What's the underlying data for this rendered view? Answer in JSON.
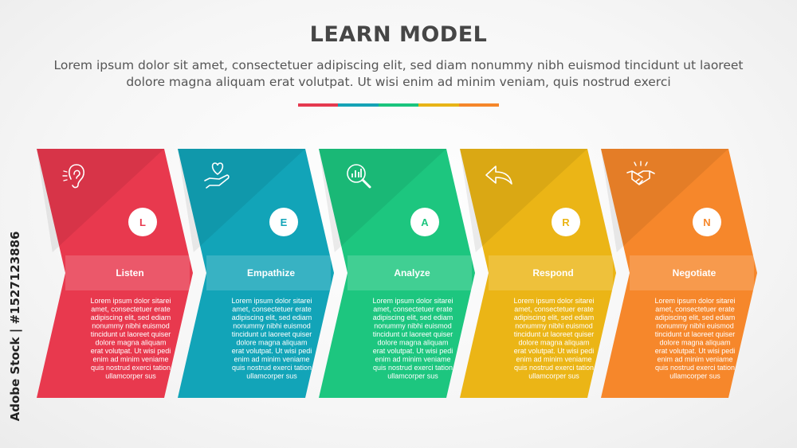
{
  "title": "LEARN MODEL",
  "subtitle": "Lorem ipsum dolor sit amet, consectetuer adipiscing elit, sed diam nonummy nibh euismod tincidunt ut laoreet dolore magna aliquam erat volutpat. Ut wisi enim ad minim veniam, quis nostrud exerci",
  "divider_colors": [
    "#e5394f",
    "#15a3b6",
    "#1bc57e",
    "#e8b416",
    "#f5862a"
  ],
  "steps": [
    {
      "letter": "L",
      "label": "Listen",
      "icon": "ear-icon",
      "color": "#e8394e",
      "body": [
        "Lorem ipsum dolor sitarei",
        "amet, consectetuer erate",
        "adipiscing elit, sed ediam",
        "nonummy nibhi euismod",
        "tincidunt ut laoreet quiser",
        "dolore magna aliquam",
        "erat volutpat. Ut wisi pedi",
        "enim ad minim veniame",
        "quis nostrud exerci tation",
        "ullamcorper sus"
      ]
    },
    {
      "letter": "E",
      "label": "Empathize",
      "icon": "hand-heart-icon",
      "color": "#12a4b8",
      "body": [
        "Lorem ipsum dolor sitarei",
        "amet, consectetuer erate",
        "adipiscing elit, sed ediam",
        "nonummy nibhi euismod",
        "tincidunt ut laoreet quiser",
        "dolore magna aliquam",
        "erat volutpat. Ut wisi pedi",
        "enim ad minim veniame",
        "quis nostrud exerci tation",
        "ullamcorper sus"
      ]
    },
    {
      "letter": "A",
      "label": "Analyze",
      "icon": "magnifier-chart-icon",
      "color": "#1dc67f",
      "body": [
        "Lorem ipsum dolor sitarei",
        "amet, consectetuer erate",
        "adipiscing elit, sed ediam",
        "nonummy nibhi euismod",
        "tincidunt ut laoreet quiser",
        "dolore magna aliquam",
        "erat volutpat. Ut wisi pedi",
        "enim ad minim veniame",
        "quis nostrud exerci tation",
        "ullamcorper sus"
      ]
    },
    {
      "letter": "R",
      "label": "Respond",
      "icon": "reply-arrow-icon",
      "color": "#ebb516",
      "body": [
        "Lorem ipsum dolor sitarei",
        "amet, consectetuer erate",
        "adipiscing elit, sed ediam",
        "nonummy nibhi euismod",
        "tincidunt ut laoreet quiser",
        "dolore magna aliquam",
        "erat volutpat. Ut wisi pedi",
        "enim ad minim veniame",
        "quis nostrud exerci tation",
        "ullamcorper sus"
      ]
    },
    {
      "letter": "N",
      "label": "Negotiate",
      "icon": "handshake-icon",
      "color": "#f6872b",
      "body": [
        "Lorem ipsum dolor sitarei",
        "amet, consectetuer erate",
        "adipiscing elit, sed ediam",
        "nonummy nibhi euismod",
        "tincidunt ut laoreet quiser",
        "dolore magna aliquam",
        "erat volutpat. Ut wisi pedi",
        "enim ad minim veniame",
        "quis nostrud exerci tation",
        "ullamcorper sus"
      ]
    }
  ],
  "watermark": "Adobe Stock | #1527123886"
}
